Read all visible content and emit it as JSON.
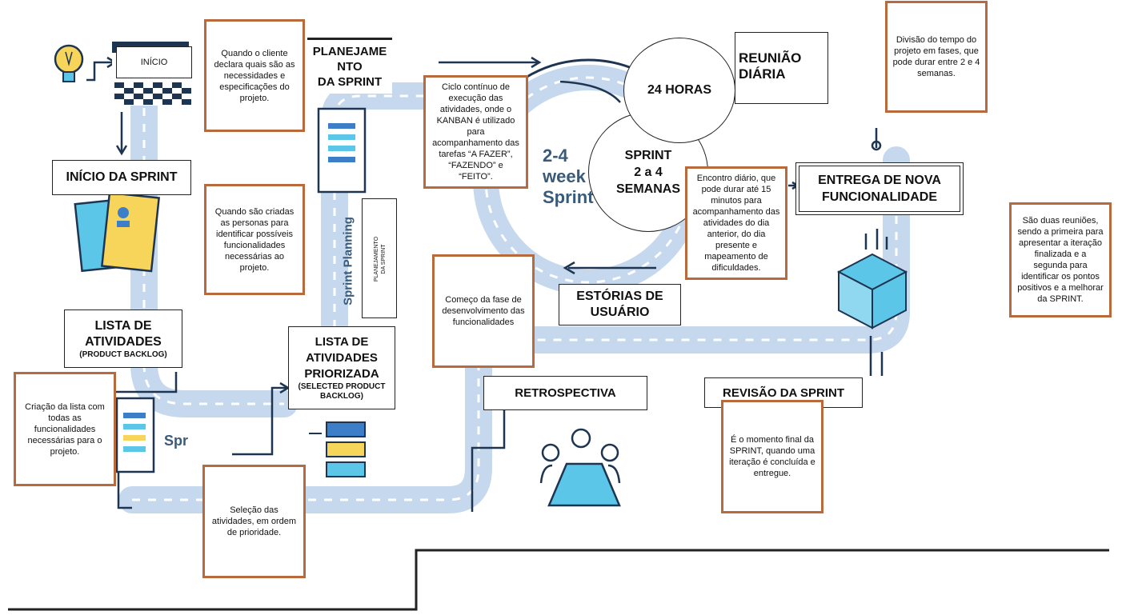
{
  "labels": {
    "inicio": "INÍCIO",
    "planejamento_l1": "PLANEJAME",
    "planejamento_l2": "NTO",
    "planejamento_l3": "DA SPRINT",
    "reuniao_diaria_l1": "REUNIÃO",
    "reuniao_diaria_l2": "DIÁRIA",
    "inicio_sprint": "INÍCIO DA SPRINT",
    "entrega_l1": "ENTREGA DE NOVA",
    "entrega_l2": "FUNCIONALIDADE",
    "lista_atividades_l1": "LISTA DE",
    "lista_atividades_l2": "ATIVIDADES",
    "lista_atividades_sub": "(PRODUCT BACKLOG)",
    "lista_priorizada_l1": "LISTA DE",
    "lista_priorizada_l2": "ATIVIDADES",
    "lista_priorizada_l3": "PRIORIZADA",
    "lista_priorizada_sub1": "(SELECTED PRODUCT",
    "lista_priorizada_sub2": "BACKLOG)",
    "estorias_l1": "ESTÓRIAS DE",
    "estorias_l2": "USUÁRIO",
    "retrospectiva": "RETROSPECTIVA",
    "revisao": "REVISÃO DA SPRINT",
    "planejamento_vertical_l1": "PLANEJAMENTO",
    "planejamento_vertical_l2": "DA SPRINT"
  },
  "circles": {
    "horas": "24 HORAS",
    "sprint_l1": "SPRINT",
    "sprint_l2": "2 a 4",
    "sprint_l3": "SEMANAS"
  },
  "graphic_text": {
    "week_l1": "2-4",
    "week_l2": "week",
    "week_l3": "Sprint",
    "sprint_planning": "Sprint Planning",
    "spr": "Spr"
  },
  "notes": {
    "cliente": "Quando o cliente declara quais são as necessidades e especificações do projeto.",
    "personas": "Quando são criadas as personas para identificar possíveis funcionalidades necessárias ao projeto.",
    "ciclo": "Ciclo contínuo de execução das atividades, onde o KANBAN é utilizado para acompanhamento das tarefas “A FAZER”, “FAZENDO” e “FEITO”.",
    "divisao": "Divisão do tempo do projeto em fases, que pode durar entre 2 e 4 semanas.",
    "encontro": "Encontro diário, que pode durar até 15 minutos para acompanhamento das atividades do dia anterior, do dia presente e mapeamento de dificuldades.",
    "duas_reunioes": "São duas reuniões, sendo a primeira para apresentar a iteração finalizada e a segunda para identificar os pontos positivos e a melhorar da SPRINT.",
    "comeco": "Começo da fase de desenvolvimento das funcionalidades",
    "criacao": "Criação da lista com todas as funcionalidades necessárias para o projeto.",
    "selecao": "Seleção das atividades, em ordem de prioridade.",
    "momento_final": "É o momento final da SPRINT, quando uma iteração é concluída e entregue."
  },
  "colors": {
    "road": "#c5d8ee",
    "road_dash": "#ffffff",
    "note_border": "#b86a3c",
    "accent_blue": "#3c7fc8",
    "accent_cyan": "#5cc6e8",
    "accent_yellow": "#f7d45a",
    "navy": "#1e3552"
  }
}
